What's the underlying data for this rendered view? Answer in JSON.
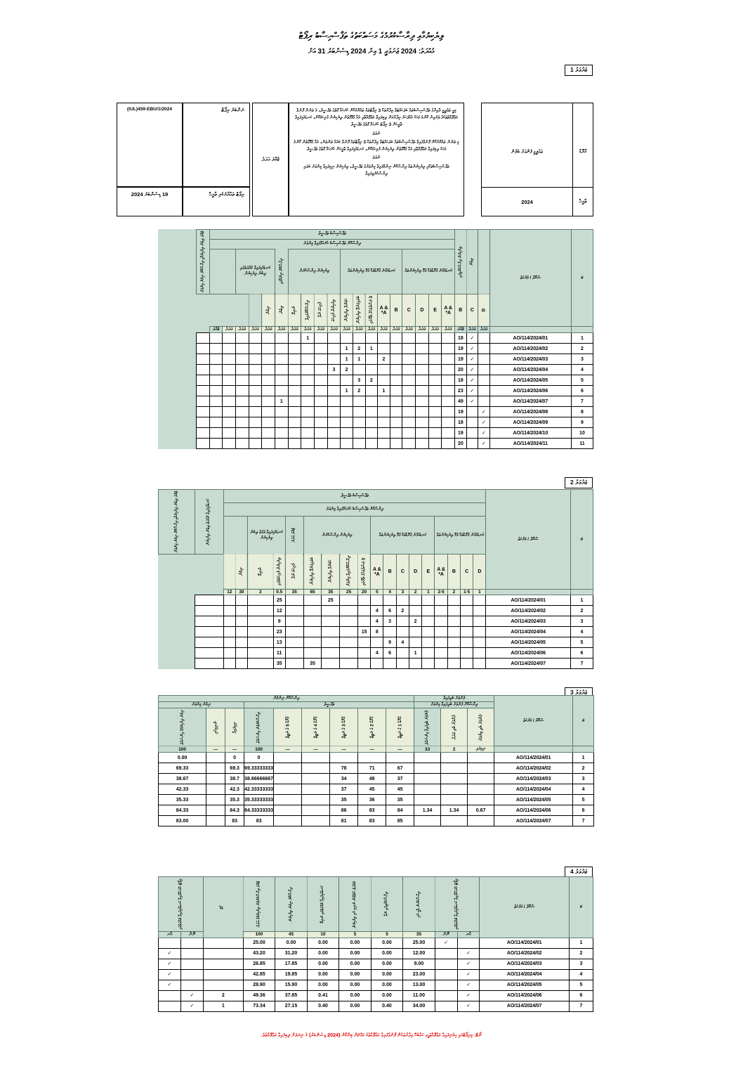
{
  "document": {
    "title": "ލިޔެކިޔުމާއި ދިރާސާކުރުމުގެ މަސައްކަތުގެ ތަފާސްހިސާބު ރިޕޯޓް",
    "subtitle": "މުއްދަތު: 2024 ޖަނަވަރީ 1 އިން 2024 ޑިސެންބަރު 31 އަށް"
  },
  "labels": {
    "jadhuvalu_1": "ޖަދުވަލު 1",
    "jadhuvalu_2": "ޖަދުވަލު 2",
    "jadhuvalu_3": "ޖަދުވަލު 3",
    "jadhuvalu_4": "ޖަދުވަލު 4"
  },
  "header_boxes": {
    "reference_label": "ނަންބަރު ރިޕޯޓް",
    "reference_value": "(IUL)459-EBU/1/2024",
    "date_label": "ރިޕޯޓް ތައްޔާރުކުރި ތާރީޚް",
    "date_value": "19 ޑިސެންބަރު 2024",
    "grade_label": "ގްރޭޑް",
    "grade_value": "ތައުލީމީ ފެންވަރު ބެލުން",
    "year_label": "ތާރީޚް",
    "year_value": "2024",
    "center_label": "ޖުމްލަ އަދަދު",
    "description": [
      "މިއީ ތަޢުލީމީ ދާއިރާގެ ތަފާސްހިސާބުތައް ބަލަހައްޓަވާ އިދާރާތަކާ 3 ރިޕޯޓްތައް ތައްޔާރުކޮށް ހުށަހަޅާ ގޮތުގެ ތަފްސީލް، އެ ތަނުން ފޮނުވާ މަޢުލޫމާތުތަކުގެ ތެރެއިން ކޮންމެ މަހަކު އެއްފަހަރު އިދާރާއަށް ލިބިފައިވާ މަޢުލޫމާތާއި އެއާ ގުޅޭގޮތުން ލިޔެކިޔުން ފުރިހަމަކޮށް، ކަނޑައެޅިފައިވާ ތާރީޚަށް 3 ރިޕޯޓު ހުށަހަޅާ ގޮތުގެ ތަފްސީލް",
      "މި ތަނުން ތައްޔާރުކޮށް ފޮނުވާފައިވާ ތަފާސްހިސާބުތައް ބަލަހައްޓަވާ އިދާރާތަކާ 3 ރިޕޯޓްތައް ފޮނުވާ ބައެއް ތަންތަން، އެއާ ގުޅޭގޮތުން ކޮންމެ މަހަކު ލިބިފައިވާ މަޢުލޫމާތާއި އެއާ ގުޅޭގޮތުން ލިޔެކިޔުން ފުރިހަމަކޮށް، ކަނޑައެޅިފައިވާ ތާރީޚަށް ހުށަހަޅާ ގޮތުގެ ތަފްސީލް",
      "ތަފާސްހިސާބުތަކާއި ލިޔެކިޔުންތައް ދިރާސާކޮށް ނިންމާފައިވާ މިންވަރުގެ ތަފްސީލް، ލިޔެކިޔުން ނިމިފައިވާ މިންވަރު ބަލައި ދިރާސާކުރެވިފައިވާ"
    ],
    "sep": "ނުވަތަ"
  },
  "table1": {
    "groups": {
      "top": "ތަފާސްހިސާބު ތަފްސީލް",
      "second": "ދިރާސާކޮށް ތަފާސްހިސާބު ހުށަހަޅާފައިވާ މިންވަރު",
      "g_recv": "ކަނޑައެޅިފައިވާ މުއްދަތުގައި ލިބުނު ލިޔެކިޔުން",
      "g_proc": "ދިރާސާކޮށް ނިންމާފައި",
      "g_cat": "ލިޔެކިޔުން ދިރާސާކުރުން",
      "g_gradeA": "ކަނޑައެޅުނު ގްރޭޑްތަކާ ގުޅޭ ލިޔެކިޔުންތައް",
      "g_gradeB": "ކަނޑައެޅުނު ގްރޭޑްތަކާ ގުޅޭ ލިޔެކިޔުންތައް"
    },
    "columns": [
      {
        "label": "ޖުމްލަ ލިބުނު ލިޔެކިޔުމާއި ދިރާސާކޮށް ނިމުނު މިންވަރު",
        "footer": "ޖުމްލަ"
      },
      {
        "label": "ނިމުނު",
        "footer": "ޢަދަދު"
      },
      {
        "label": "ލިބުނު",
        "footer": "ޢަދަދު"
      },
      {
        "label": "ނުނިމޭ",
        "footer": "ޢަދަދު"
      },
      {
        "label": "ދިރާސާކޮށްފައިވާ",
        "footer": "ޢަދަދު"
      },
      {
        "label": "ފުރިހަމަ ނުވާ",
        "footer": "ޢަދަދު"
      },
      {
        "label": "ލިޔެކިޔުން ފުރިހަމަ",
        "footer": "ޢަދަދު"
      },
      {
        "label": "ހަމަނުވާ ލިޔެކިޔުން",
        "footer": "ޢަދަދު"
      },
      {
        "label": "ބަލައިގަނެވޭ ލިޔެކިޔުން",
        "footer": "ޢަދަދު"
      },
      {
        "label": "3 މަސްދުވަހުގެ ތެރޭގައި",
        "footer": "ޢަދަދު"
      },
      {
        "label": "A & *A",
        "latin": true,
        "footer": "ޢަދަދު"
      },
      {
        "label": "B",
        "latin": true,
        "footer": "ޢަދަދު"
      },
      {
        "label": "C",
        "latin": true,
        "footer": "ޢަދަދު"
      },
      {
        "label": "D",
        "latin": true,
        "footer": "ޢަދަދު"
      },
      {
        "label": "E",
        "latin": true,
        "footer": "ޢަދަދު"
      },
      {
        "label": "A & *A",
        "latin": true,
        "footer": "ޢަދަދު"
      },
      {
        "label": "B",
        "latin": true,
        "footer": "ޢަދަދު"
      },
      {
        "label": "C",
        "latin": true,
        "footer": "ޢަދަދު"
      },
      {
        "label": "D",
        "latin": true,
        "footer": "ޢަދަދު"
      },
      {
        "label": "ލިޔެކިޔުން ދިރާސާކުރެވިފައި",
        "footer": "ޖުމްލަ"
      },
      {
        "label": "ލިބުނު",
        "footer": "ޢަދަދު"
      },
      {
        "label": "",
        "footer": "ޢަދަދު"
      }
    ],
    "name_header": "ސްކޫލް / މަރުކަޒު",
    "num_header": "#",
    "rows": [
      {
        "n": "1",
        "id": "AO/114/2024/01",
        "c": [
          "",
          "",
          "",
          "",
          "",
          "",
          "",
          "1",
          "",
          "",
          "",
          "",
          "",
          "",
          "",
          "",
          "",
          "",
          ""
        ],
        "q": "18",
        "tick_b": true,
        "tick_a": false
      },
      {
        "n": "2",
        "id": "AO/114/2024/02",
        "c": [
          "",
          "",
          "",
          "",
          "",
          "",
          "",
          "",
          "",
          "",
          "1",
          "2",
          "1",
          "",
          "",
          "",
          "",
          "",
          ""
        ],
        "q": "19",
        "tick_b": true,
        "tick_a": false
      },
      {
        "n": "3",
        "id": "AO/114/2024/03",
        "c": [
          "",
          "",
          "",
          "",
          "",
          "",
          "",
          "",
          "",
          "",
          "1",
          "1",
          "",
          "2",
          "",
          "",
          "",
          "",
          ""
        ],
        "q": "19",
        "tick_b": true,
        "tick_a": false
      },
      {
        "n": "4",
        "id": "AO/114/2024/04",
        "c": [
          "",
          "",
          "",
          "",
          "",
          "",
          "",
          "",
          "",
          "3",
          "2",
          "",
          "",
          "",
          "",
          "",
          "",
          "",
          ""
        ],
        "q": "20",
        "tick_b": true,
        "tick_a": false
      },
      {
        "n": "5",
        "id": "AO/114/2024/05",
        "c": [
          "",
          "",
          "",
          "",
          "",
          "",
          "",
          "",
          "",
          "",
          "",
          "3",
          "2",
          "",
          "",
          "",
          "",
          "",
          ""
        ],
        "q": "18",
        "tick_b": true,
        "tick_a": false
      },
      {
        "n": "6",
        "id": "AO/114/2024/06",
        "c": [
          "",
          "",
          "",
          "",
          "",
          "",
          "",
          "",
          "",
          "",
          "1",
          "2",
          "",
          "1",
          "",
          "",
          "",
          "",
          ""
        ],
        "q": "23",
        "tick_b": true,
        "tick_a": false
      },
      {
        "n": "7",
        "id": "AO/114/2024/07",
        "c": [
          "",
          "",
          "",
          "",
          "",
          "1",
          "",
          "",
          "",
          "",
          "",
          "",
          "",
          "",
          "",
          "",
          "",
          "",
          ""
        ],
        "q": "49",
        "tick_b": true,
        "tick_a": false
      },
      {
        "n": "8",
        "id": "AO/114/2024/08",
        "c": [
          "",
          "",
          "",
          "",
          "",
          "",
          "",
          "",
          "",
          "",
          "",
          "",
          "",
          "",
          "",
          "",
          "",
          "",
          ""
        ],
        "q": "19",
        "tick_b": false,
        "tick_a": true
      },
      {
        "n": "9",
        "id": "AO/114/2024/09",
        "c": [
          "",
          "",
          "",
          "",
          "",
          "",
          "",
          "",
          "",
          "",
          "",
          "",
          "",
          "",
          "",
          "",
          "",
          "",
          ""
        ],
        "q": "18",
        "tick_b": false,
        "tick_a": true
      },
      {
        "n": "10",
        "id": "AO/114/2024/10",
        "c": [
          "",
          "",
          "",
          "",
          "",
          "",
          "",
          "",
          "",
          "",
          "",
          "",
          "",
          "",
          "",
          "",
          "",
          "",
          ""
        ],
        "q": "19",
        "tick_b": false,
        "tick_a": true
      },
      {
        "n": "11",
        "id": "AO/114/2024/11",
        "c": [
          "",
          "",
          "",
          "",
          "",
          "",
          "",
          "",
          "",
          "",
          "",
          "",
          "",
          "",
          "",
          "",
          "",
          "",
          ""
        ],
        "q": "20",
        "tick_b": false,
        "tick_a": true
      }
    ]
  },
  "table2": {
    "groups": {
      "top": "ތަފާސްހިސާބު ތަފްސީލް",
      "second": "ދިރާސާކޮށް ތަފާސްހިސާބު ހުށަހަޅާފައިވާ މިންވަރު",
      "g_recv": "ކަނޑައެޅިފައިވާ ވަގުތު ލިބުނު ލިޔެކިޔުން",
      "g_cat": "ލިޔެކިޔުން ދިރާސާކުރުން",
      "g_gradeA": "ކަނޑައެޅުނު ގްރޭޑްތަކާ ގުޅޭ ލިޔެކިޔުންތައް",
      "g_gradeB": "ކަނޑައެޅުނު ގްރޭޑްތަކާ ގުޅޭ ލިޔެކިޔުންތައް"
    },
    "columns": [
      {
        "label": "ޖުމްލަ ލިބުނު ލިޔެކިޔުމާއި ދިރާސާކޮށް ނިމުނު މިންވަރު"
      },
      {
        "label": "ކަނޑައެޅިފައިވާ މުއްދަތު ލިބުނު ލިޔެކިޔުން"
      },
      {
        "label": "ނިމުނު"
      },
      {
        "label": "ނުނިމޭ"
      },
      {
        "label": "ޖުމްލަ ޢަދަދު"
      },
      {
        "label": "ލިޔެކިޔުން ފުރިހަމަވެފައި"
      },
      {
        "label": "ފުރިހަމަ ނުވާ"
      },
      {
        "label": "ބަލައިގަނެވޭ ލިޔެކިޔުން"
      },
      {
        "label": "ހަމަނުވާ ލިޔެކިޔުން"
      },
      {
        "label": "ދިރާސާކޮށްފައިވާ މިންވަރު"
      },
      {
        "label": "3 މަސްދުވަހުގެ ތެރޭގައި"
      },
      {
        "label": "A & *A",
        "latin": true
      },
      {
        "label": "B",
        "latin": true
      },
      {
        "label": "C",
        "latin": true
      },
      {
        "label": "D",
        "latin": true
      },
      {
        "label": "E",
        "latin": true
      },
      {
        "label": "A & *A",
        "latin": true
      },
      {
        "label": "B",
        "latin": true
      },
      {
        "label": "C",
        "latin": true
      },
      {
        "label": "D",
        "latin": true
      }
    ],
    "header_values": [
      "12",
      "30",
      "2",
      "0.5",
      "35",
      "65",
      "35",
      "25",
      "20",
      "5",
      "4",
      "3",
      "2",
      "1",
      "2-5",
      "2",
      "1-5",
      "1"
    ],
    "name_header": "ސްކޫލް / މަރުކަޒު",
    "num_header": "#",
    "rows": [
      {
        "n": "1",
        "id": "AO/114/2024/01",
        "a": "",
        "b": "",
        "c": "",
        "d": "",
        "tot": "25",
        "v": [
          "",
          "",
          "25",
          "",
          "",
          "",
          "",
          "",
          "",
          "",
          "",
          "",
          "",
          ""
        ]
      },
      {
        "n": "2",
        "id": "AO/114/2024/02",
        "a": "",
        "b": "",
        "c": "",
        "d": "",
        "tot": "12",
        "v": [
          "",
          "",
          "",
          "",
          "",
          "4",
          "6",
          "2",
          "",
          "",
          "",
          "",
          "",
          ""
        ]
      },
      {
        "n": "3",
        "id": "AO/114/2024/03",
        "a": "",
        "b": "",
        "c": "",
        "d": "",
        "tot": "9",
        "v": [
          "",
          "",
          "",
          "",
          "",
          "4",
          "3",
          "",
          "2",
          "",
          "",
          "",
          "",
          ""
        ]
      },
      {
        "n": "4",
        "id": "AO/114/2024/04",
        "a": "",
        "b": "",
        "c": "",
        "d": "",
        "tot": "23",
        "v": [
          "",
          "",
          "",
          "",
          "15",
          "8",
          "",
          "",
          "",
          "",
          "",
          "",
          "",
          ""
        ]
      },
      {
        "n": "5",
        "id": "AO/114/2024/05",
        "a": "",
        "b": "",
        "c": "",
        "d": "",
        "tot": "13",
        "v": [
          "",
          "",
          "",
          "",
          "",
          "",
          "9",
          "4",
          "",
          "",
          "",
          "",
          "",
          ""
        ]
      },
      {
        "n": "6",
        "id": "AO/114/2024/06",
        "a": "",
        "b": "",
        "c": "",
        "d": "",
        "tot": "11",
        "v": [
          "",
          "",
          "",
          "",
          "",
          "4",
          "6",
          "",
          "1",
          "",
          "",
          "",
          "",
          ""
        ]
      },
      {
        "n": "7",
        "id": "AO/114/2024/07",
        "a": "",
        "b": "",
        "c": "",
        "d": "",
        "tot": "35",
        "v": [
          "",
          "35",
          "",
          "",
          "",
          "",
          "",
          "",
          "",
          "",
          "",
          "",
          "",
          ""
        ]
      }
    ]
  },
  "table3": {
    "groups": {
      "left": "ދިރާސާކޮށް ނިންމުން",
      "right": "ފެންވަރު ބެލިފައިވާ",
      "sub_left_a": "ނިމުނު މިންވަރު",
      "sub_left_b": "ތަފްސީލް",
      "sub_right": "ދިރާސާކޮށް ފެންވަރު ބެލިފައިވާ މިންވަރު"
    },
    "columns": [
      {
        "label": "ނިމުނު ލިޔެކިޔުމުގެ އިންސައްތަ"
      },
      {
        "label": "ނުނިމިހުރި"
      },
      {
        "label": "ނިމިފައިވާ"
      },
      {
        "label": "ދިރާސާކުރެވުނު އިންސައްތަ"
      },
      {
        "label": "ގްރޭޑް 5 ގެ ނަތީޖާ"
      },
      {
        "label": "ގްރޭޑް 4 ގެ ނަތީޖާ"
      },
      {
        "label": "ގްރޭޑް 3 ގެ ނަތީޖާ"
      },
      {
        "label": "ގްރޭޑް 2 ގެ ނަތީޖާ"
      },
      {
        "label": "ގްރޭޑް 1 ގެ ނަތީޖާ"
      },
      {
        "label": "ފެންވަރު ބެލިފައިވާ އިންސައްތަ"
      },
      {
        "label": "ފެންވަރު ބެލި ޢަދަދު"
      },
      {
        "label": "ފެންވަރު ބެލި މިންވަރު"
      }
    ],
    "header_values": [
      "100",
      "—",
      "—",
      "100",
      "—",
      "—",
      "—",
      "—",
      "—",
      "33",
      "2",
      "ނިމިފައި"
    ],
    "name_header": "ސްކޫލް / މަރުކަޒު",
    "num_header": "#",
    "rows": [
      {
        "n": "1",
        "id": "AO/114/2024/01",
        "pct": "0.00",
        "undone": "",
        "done": "0",
        "done2": "0",
        "g5": "",
        "g4": "",
        "g3": "",
        "g2": "",
        "g1": "",
        "r1": "",
        "r2": "",
        "r3": ""
      },
      {
        "n": "2",
        "id": "AO/114/2024/02",
        "pct": "69.33",
        "undone": "",
        "done": "69.3",
        "done2": "69.33333333",
        "g5": "",
        "g4": "",
        "g3": "78",
        "g2": "71",
        "g1": "67",
        "r1": "",
        "r2": "",
        "r3": ""
      },
      {
        "n": "3",
        "id": "AO/114/2024/03",
        "pct": "38.67",
        "undone": "",
        "done": "38.7",
        "done2": "38.66666667",
        "g5": "",
        "g4": "",
        "g3": "34",
        "g2": "48",
        "g1": "37",
        "r1": "",
        "r2": "",
        "r3": ""
      },
      {
        "n": "4",
        "id": "AO/114/2024/04",
        "pct": "42.33",
        "undone": "",
        "done": "42.3",
        "done2": "42.33333333",
        "g5": "",
        "g4": "",
        "g3": "37",
        "g2": "45",
        "g1": "45",
        "r1": "",
        "r2": "",
        "r3": ""
      },
      {
        "n": "5",
        "id": "AO/114/2024/05",
        "pct": "35.33",
        "undone": "",
        "done": "35.3",
        "done2": "35.33333333",
        "g5": "",
        "g4": "",
        "g3": "35",
        "g2": "36",
        "g1": "35",
        "r1": "",
        "r2": "",
        "r3": ""
      },
      {
        "n": "6",
        "id": "AO/114/2024/06",
        "pct": "84.33",
        "undone": "",
        "done": "84.3",
        "done2": "84.33333333",
        "g5": "",
        "g4": "",
        "g3": "86",
        "g2": "83",
        "g1": "84",
        "r1": "1.34",
        "r2": "1.34",
        "r3": "0.67"
      },
      {
        "n": "7",
        "id": "AO/114/2024/07",
        "pct": "83.00",
        "undone": "",
        "done": "83",
        "done2": "83",
        "g5": "",
        "g4": "",
        "g3": "81",
        "g2": "83",
        "g1": "85",
        "r1": "",
        "r2": "",
        "r3": ""
      }
    ]
  },
  "table4": {
    "columns": [
      {
        "label": "ރިޕޯޓު ހުށަހަޅާފައިވާ ކަނޑައެޅިފައިވާ މުއްދަތުގައި"
      },
      {
        "label": "ނޫން"
      },
      {
        "label": "އާނ"
      },
      {
        "label": "ކޯޑު"
      },
      {
        "label": "ޖުމްލަ ދިރާސާކުރެވުނު ލިޔެކިޔުމުގެ ޢަދަދު"
      },
      {
        "label": "ދިރާސާކޮށް ނިމުނު ލިޔެކިޔުން"
      },
      {
        "label": "ކަނޑައެޅިފައިވާ މުއްދަތުގައި ނުނިމޭ"
      },
      {
        "label": "މުއްދަތު ހަމަވެގެން ނުނިމި ހުރި ލިޔެކިޔުން"
      },
      {
        "label": "ދިރާސާކުރެވިފައި ނުވާ"
      },
      {
        "label": "ދިރާސާކުރަން ބާކީ ހުރި"
      },
      {
        "label": "ރިޕޯޓު ހުށަހަޅާފައިވާ ކަނޑައެޅިފައިވާ މުއްދަތުގައި"
      }
    ],
    "header_values": [
      "100",
      "45",
      "10",
      "5",
      "5",
      "35"
    ],
    "yes_label": "އާނ",
    "no_label": "ނޫން",
    "name_header": "ސްކޫލް / މަރުކަޒު",
    "num_header": "#",
    "rows": [
      {
        "n": "1",
        "id": "AO/114/2024/01",
        "no": false,
        "yes": false,
        "code": "",
        "v1": "25.00",
        "v2": "0.00",
        "v3": "0.00",
        "v4": "0.00",
        "v5": "0.00",
        "v6": "25.00",
        "r_yes": true,
        "r_no": false
      },
      {
        "n": "2",
        "id": "AO/114/2024/02",
        "no": true,
        "yes": false,
        "code": "",
        "v1": "43.20",
        "v2": "31.20",
        "v3": "0.00",
        "v4": "0.00",
        "v5": "0.00",
        "v6": "12.00",
        "r_yes": false,
        "r_no": true
      },
      {
        "n": "3",
        "id": "AO/114/2024/03",
        "no": true,
        "yes": false,
        "code": "",
        "v1": "26.85",
        "v2": "17.85",
        "v3": "0.00",
        "v4": "0.00",
        "v5": "0.00",
        "v6": "9.00",
        "r_yes": false,
        "r_no": true
      },
      {
        "n": "4",
        "id": "AO/114/2024/04",
        "no": true,
        "yes": false,
        "code": "",
        "v1": "42.85",
        "v2": "19.85",
        "v3": "0.00",
        "v4": "0.00",
        "v5": "0.00",
        "v6": "23.00",
        "r_yes": false,
        "r_no": true
      },
      {
        "n": "5",
        "id": "AO/114/2024/05",
        "no": true,
        "yes": false,
        "code": "",
        "v1": "28.90",
        "v2": "15.90",
        "v3": "0.00",
        "v4": "0.00",
        "v5": "0.00",
        "v6": "13.00",
        "r_yes": false,
        "r_no": true
      },
      {
        "n": "6",
        "id": "AO/114/2024/06",
        "no": false,
        "yes": true,
        "code": "2",
        "v1": "49.36",
        "v2": "37.85",
        "v3": "0.41",
        "v4": "0.00",
        "v5": "0.00",
        "v6": "11.00",
        "r_yes": false,
        "r_no": true
      },
      {
        "n": "7",
        "id": "AO/114/2024/07",
        "no": false,
        "yes": true,
        "code": "1",
        "v1": "73.34",
        "v2": "27.15",
        "v3": "0.40",
        "v4": "0.00",
        "v5": "0.40",
        "v6": "34.00",
        "r_yes": false,
        "r_no": true
      }
    ]
  },
  "footnote": "ނޯޓް: މިރިޕޯޓުގައި ހިމެނިފައިވާ މަޢުލޫމާތަކީ، ކަމާބެހޭ އިދާރާތަކުން ފޮނުވާފައިވާ މަޢުލޫމާތުގެ މައްޗަށް ބިނާކޮށް (2024 ޑިސެންބަރު) ގެ ނިޔަލަށް ލިބިފައިވާ މަޢުލޫމާތެވެ.",
  "icons": {
    "tick": "✓"
  }
}
